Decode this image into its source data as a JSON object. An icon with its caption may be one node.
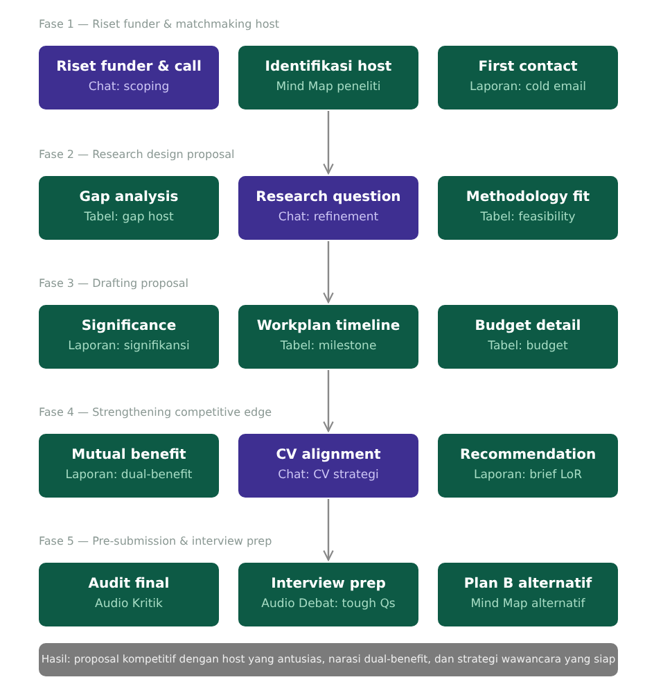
{
  "diagram": {
    "nodes": [
      {
        "text": [
          "Riset funder & call",
          "Chat: scoping"
        ]
      },
      {
        "text": [
          "Identifikasi host",
          "Mind Map peneliti"
        ]
      },
      {
        "text": [
          "First contact",
          "Laporan: cold email"
        ]
      },
      {
        "text": [
          "Gap analysis",
          "Tabel: gap host"
        ]
      },
      {
        "text": [
          "Research question",
          "Chat: refinement"
        ]
      },
      {
        "text": [
          "Methodology fit",
          "Tabel: feasibility"
        ]
      },
      {
        "text": [
          "Significance",
          "Laporan: signifikansi"
        ]
      },
      {
        "text": [
          "Workplan timeline",
          "Tabel: milestone"
        ]
      },
      {
        "text": [
          "Budget detail",
          "Tabel: budget"
        ]
      },
      {
        "text": [
          "Mutual benefit",
          "Laporan: dual-benefit"
        ]
      },
      {
        "text": [
          "CV alignment",
          "Chat: CV strategi"
        ]
      },
      {
        "text": [
          "Recommendation",
          "Laporan: brief LoR"
        ]
      },
      {
        "text": [
          "Audit final",
          "Audio Kritik"
        ]
      },
      {
        "text": [
          "Interview prep",
          "Audio Debat: tough Qs"
        ]
      },
      {
        "text": [
          "Plan B alternatif",
          "Mind Map alternatif"
        ]
      },
      {
        "text": [
          "Hasil: proposal kompetitif dengan host yang antusias, narasi dual-benefit, dan strategi wawancara yang siap"
        ]
      }
    ],
    "edges": [
      {
        "from": 1,
        "to": 4,
        "arrow": "to"
      },
      {
        "from": 4,
        "to": 7,
        "arrow": "to"
      },
      {
        "from": 7,
        "to": 10,
        "arrow": "to"
      },
      {
        "from": 10,
        "to": 13,
        "arrow": "to"
      }
    ],
    "labels": [
      "Fase 1 — Riset funder & matchmaking host",
      "Fase 2 — Research design proposal",
      "Fase 3 — Drafting proposal",
      "Fase 4 — Strengthening competitive edge",
      "Fase 5 — Pre-submission & interview prep"
    ]
  }
}
